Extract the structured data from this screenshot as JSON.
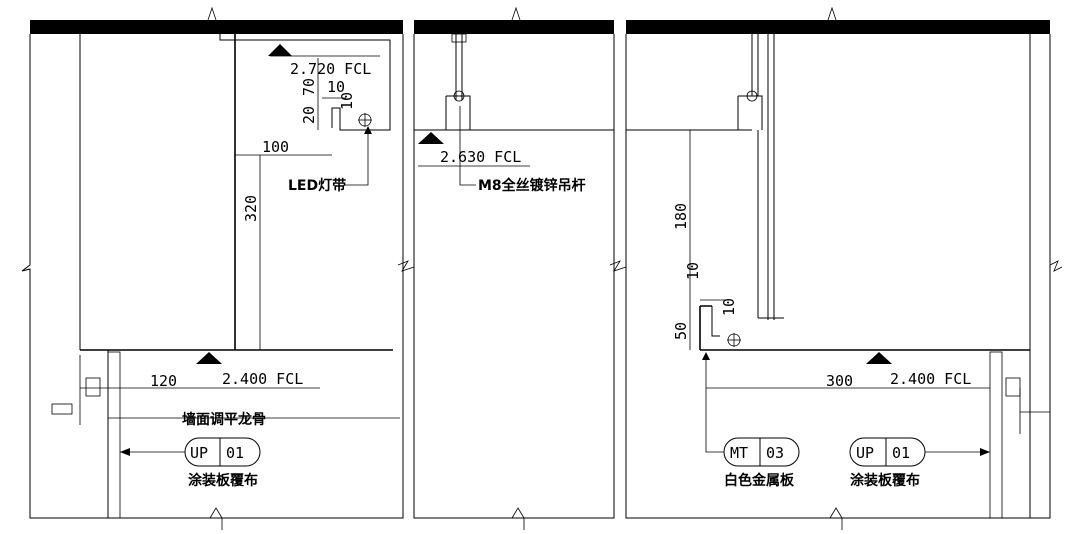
{
  "elevations": {
    "top_left": "2.720 FCL",
    "top_mid": "2.630 FCL",
    "bottom_left": "2.400 FCL",
    "bottom_right": "2.400 FCL"
  },
  "dimensions": {
    "d70": "70",
    "d10_top": "10",
    "d20": "20",
    "d10_box": "10",
    "d100": "100",
    "d320": "320",
    "d120": "120",
    "d180": "180",
    "d10_right": "10",
    "d10_right_box": "10",
    "d50": "50",
    "d300": "300"
  },
  "labels": {
    "led_strip": "LED灯带",
    "hanger_rod": "M8全丝镀锌吊杆",
    "wall_keel": "墙面调平龙骨",
    "fabric_left": "涂装板覆布",
    "metal_panel": "白色金属板",
    "fabric_right": "涂装板覆布"
  },
  "tags": {
    "up_left": {
      "code": "UP",
      "num": "01"
    },
    "mt": {
      "code": "MT",
      "num": "03"
    },
    "up_right": {
      "code": "UP",
      "num": "01"
    }
  }
}
